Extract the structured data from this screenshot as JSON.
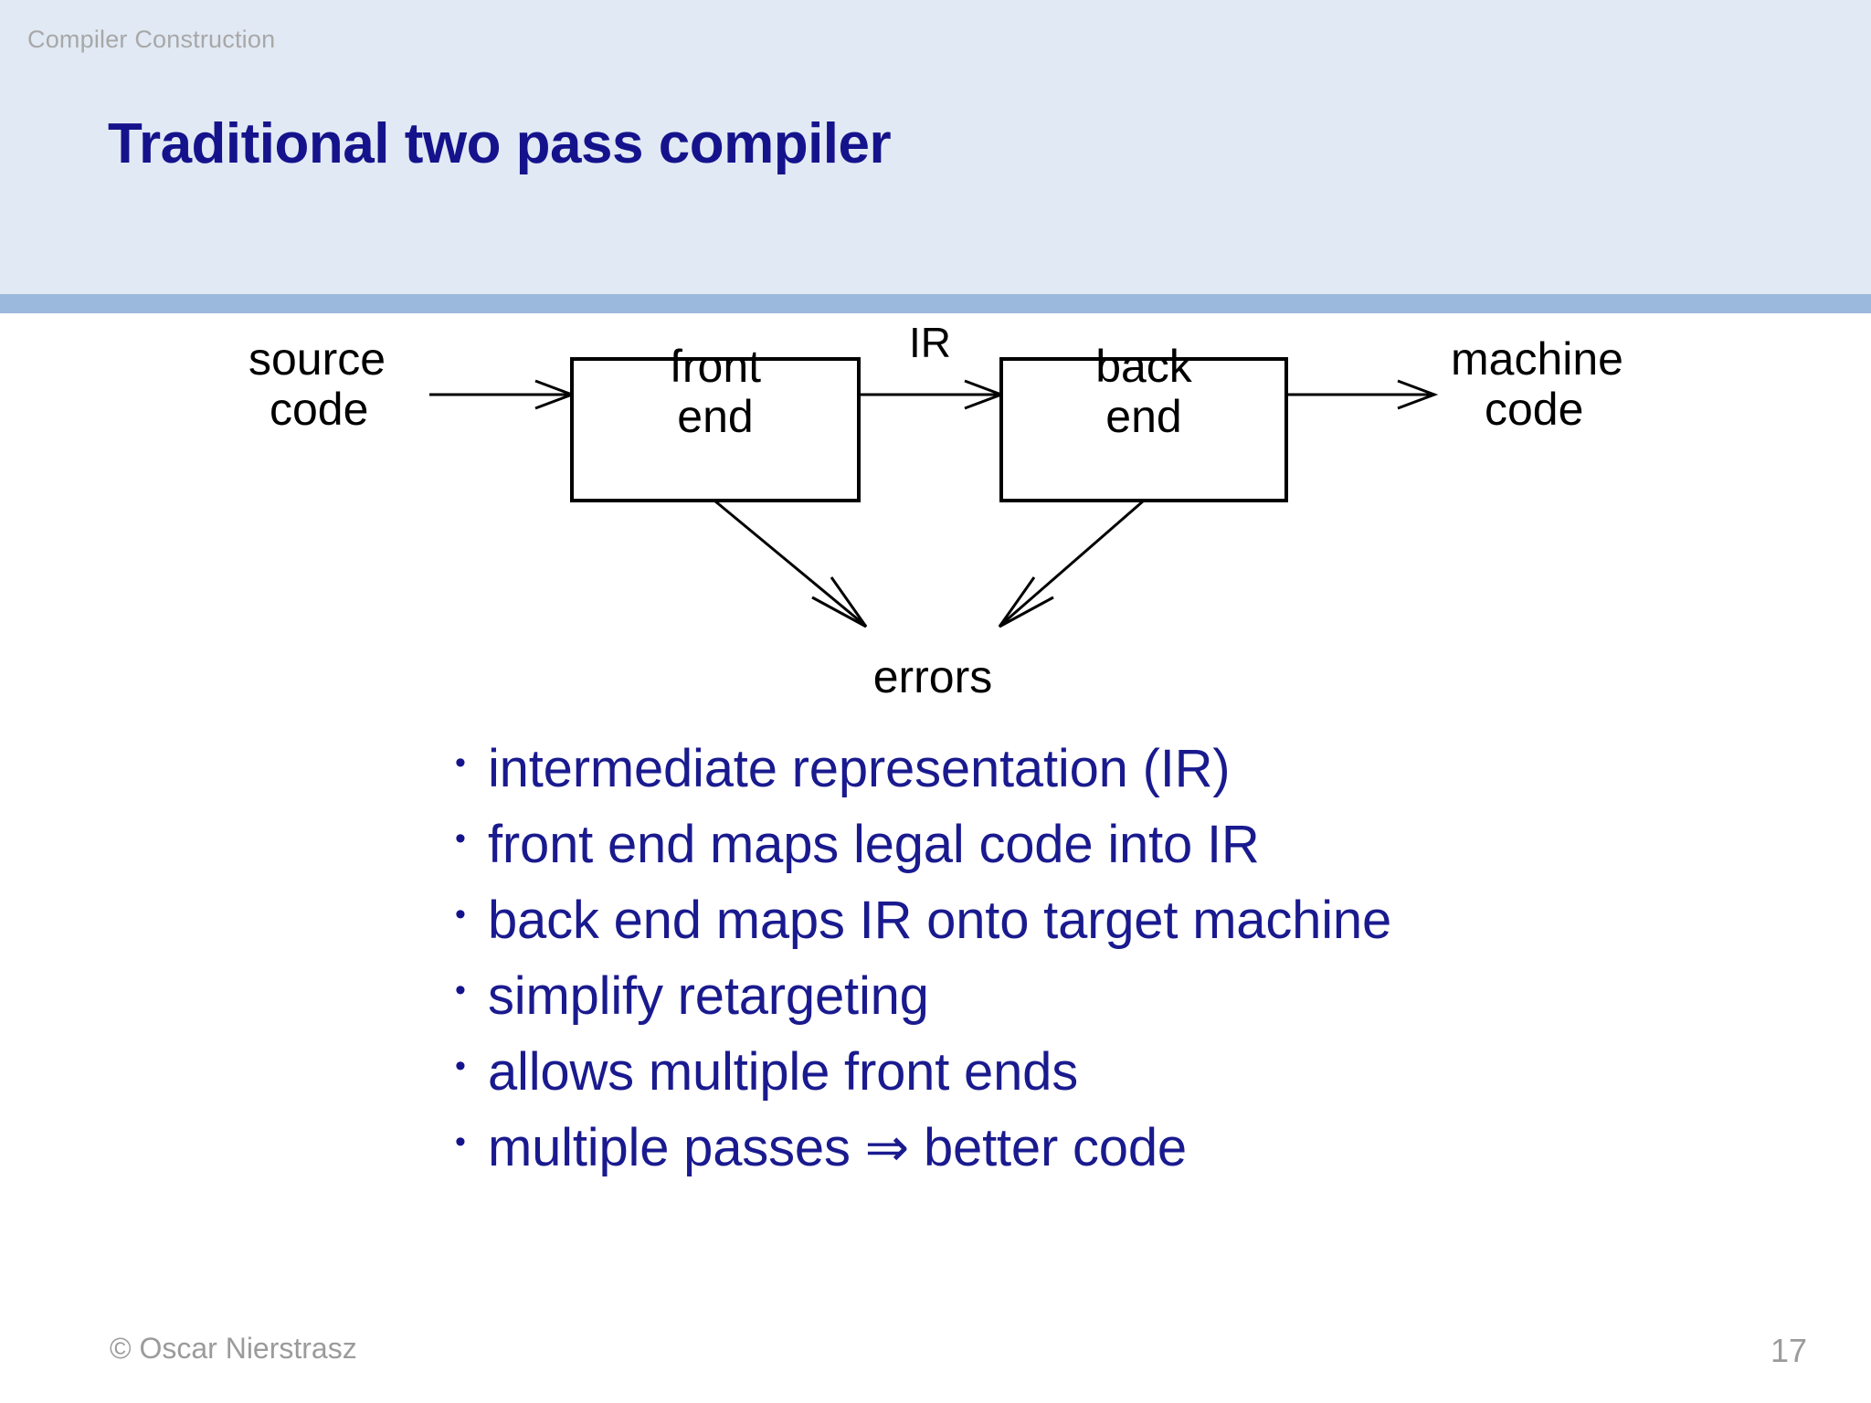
{
  "slide": {
    "kicker": "Compiler Construction",
    "title": "Traditional two pass compiler",
    "accent_header_bg": "#e1e9f4",
    "accent_rule": "#9bb9dd",
    "title_color": "#15138c",
    "bullet_color": "#1a1a8f",
    "footer_color": "#9b9b9b"
  },
  "diagram": {
    "type": "flow",
    "nodes": [
      {
        "id": "source-code",
        "label_line1": "source",
        "label_line2": "code",
        "shape": "text"
      },
      {
        "id": "front-end",
        "label_line1": "front",
        "label_line2": "end",
        "shape": "box"
      },
      {
        "id": "back-end",
        "label_line1": "back",
        "label_line2": "end",
        "shape": "box"
      },
      {
        "id": "machine-code",
        "label_line1": "machine",
        "label_line2": "code",
        "shape": "text"
      },
      {
        "id": "errors",
        "label_line1": "errors",
        "label_line2": "",
        "shape": "text"
      }
    ],
    "edges": [
      {
        "from": "source-code",
        "to": "front-end",
        "label": ""
      },
      {
        "from": "front-end",
        "to": "back-end",
        "label": "IR"
      },
      {
        "from": "back-end",
        "to": "machine-code",
        "label": ""
      },
      {
        "from": "front-end",
        "to": "errors",
        "label": ""
      },
      {
        "from": "back-end",
        "to": "errors",
        "label": ""
      }
    ],
    "edge_label_ir": "IR"
  },
  "bullets": [
    {
      "marker": "•",
      "text": "intermediate representation (IR)"
    },
    {
      "marker": "•",
      "text": "front end maps legal code into IR"
    },
    {
      "marker": "•",
      "text": "back end maps IR onto target machine"
    },
    {
      "marker": "•",
      "text": "simplify retargeting"
    },
    {
      "marker": "•",
      "text": "allows multiple front ends"
    },
    {
      "marker": "•",
      "text": "multiple passes ⇒ better code"
    }
  ],
  "footer": {
    "copyright": "© Oscar Nierstrasz",
    "page_number": "17"
  }
}
